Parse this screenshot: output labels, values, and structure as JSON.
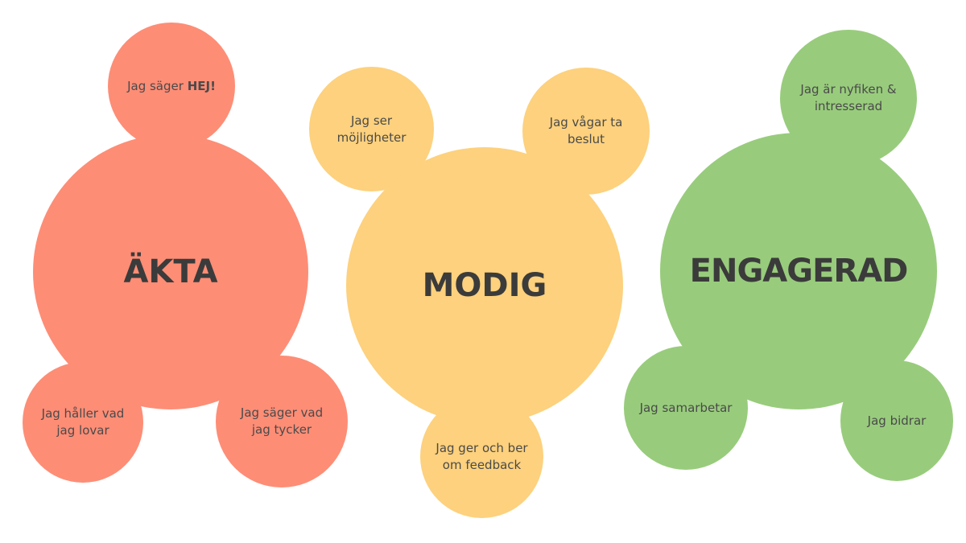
{
  "colors": {
    "akta": "#fe8d76",
    "modig": "#fdd17d",
    "engagerad": "#98cc7c",
    "text": "#3b3b3b"
  },
  "groups": {
    "akta": {
      "title": "ÄKTA",
      "sub_top_prefix": "Jag säger ",
      "sub_top_bold": "HEJ!",
      "sub_left": "Jag håller vad jag lovar",
      "sub_right": "Jag säger vad jag tycker"
    },
    "modig": {
      "title": "MODIG",
      "sub_left": "Jag ser möjligheter",
      "sub_right": "Jag vågar ta beslut",
      "sub_bottom": "Jag ger och ber om feedback"
    },
    "engagerad": {
      "title": "ENGAGERAD",
      "sub_top": "Jag är nyfiken & intresserad",
      "sub_left": "Jag samarbetar",
      "sub_right": "Jag bidrar"
    }
  }
}
